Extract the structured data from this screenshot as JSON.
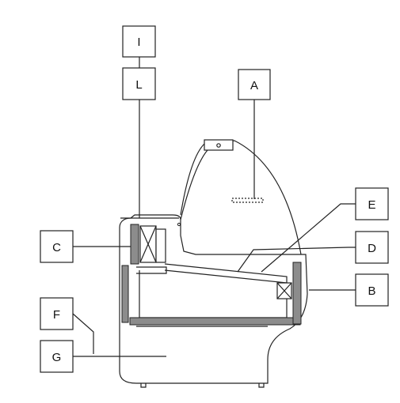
{
  "labels": {
    "A": "A",
    "B": "B",
    "C": "C",
    "D": "D",
    "E": "E",
    "F": "F",
    "G": "G",
    "I": "I",
    "L": "L"
  },
  "colors": {
    "line": "#222222",
    "panel_fill": "#8c8c8c",
    "box_fill": "#ffffff"
  }
}
